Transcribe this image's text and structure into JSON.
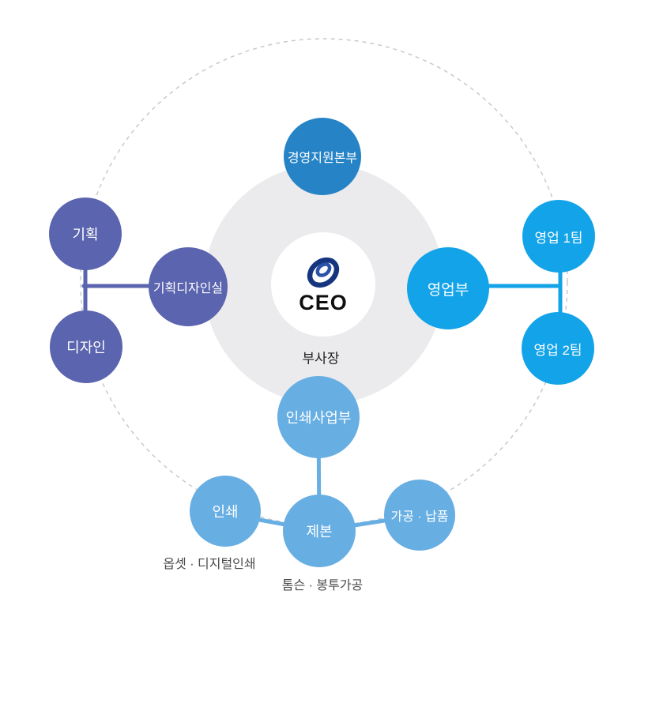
{
  "colors": {
    "management_blue": "#2583c6",
    "design_purple": "#5b64ae",
    "sales_blue": "#12a3e8",
    "print_blue": "#67aee3",
    "center_ring_gray": "#ebebed",
    "center_white": "#ffffff",
    "dashed_ring_gray": "#c9c9c9",
    "logo_navy": "#16357f",
    "logo_blue": "#2a52a8"
  },
  "center": {
    "logo_icon": "company-swirl-logo",
    "ceo_label": "CEO",
    "vice_president_label": "부사장"
  },
  "nodes": {
    "management": {
      "label": "경영지원본부"
    },
    "planning": {
      "label": "기획"
    },
    "planning_design_office": {
      "label": "기획디자인실"
    },
    "design": {
      "label": "디자인"
    },
    "sales_dept": {
      "label": "영업부"
    },
    "sales_team1": {
      "label": "영업 1팀"
    },
    "sales_team2": {
      "label": "영업 2팀"
    },
    "print_division": {
      "label": "인쇄사업부"
    },
    "print": {
      "label": "인쇄"
    },
    "binding": {
      "label": "제본"
    },
    "processing_delivery": {
      "label": "가공 · 납품"
    }
  },
  "annotations": {
    "print_note": "옵셋 · 디지털인쇄",
    "binding_note": "톰슨 · 봉투가공"
  }
}
